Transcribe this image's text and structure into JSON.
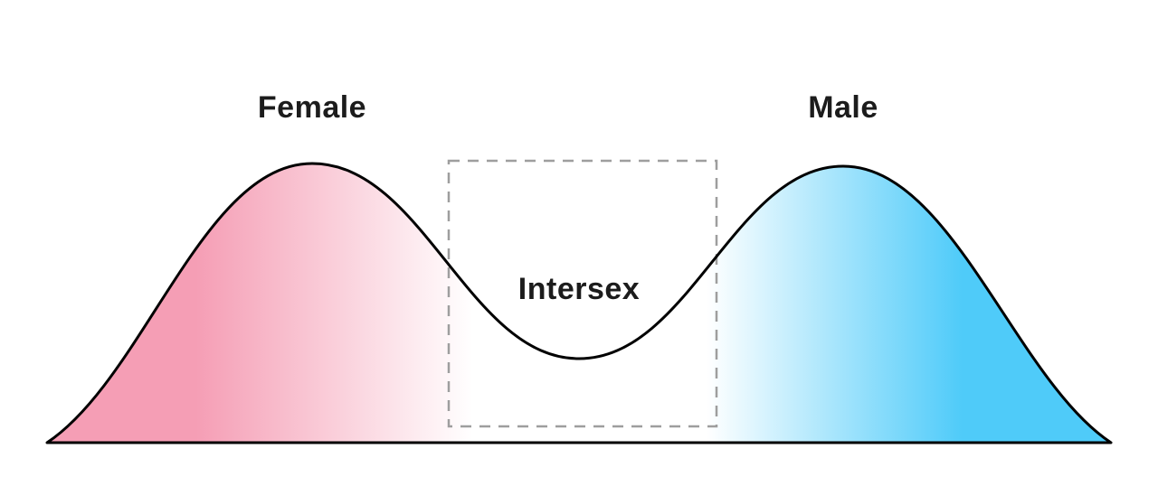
{
  "diagram": {
    "type": "bimodal-distribution",
    "labels": {
      "female": "Female",
      "male": "Male",
      "intersex": "Intersex"
    },
    "colors": {
      "background": "#FFFFFF",
      "female_fill": "#F59EB5",
      "male_fill": "#4FCBF9",
      "fade_middle": "#FFFFFF",
      "curve_stroke": "#000000",
      "dashed_box": "#9E9E9E",
      "label_text": "#1C1C1C"
    }
  }
}
